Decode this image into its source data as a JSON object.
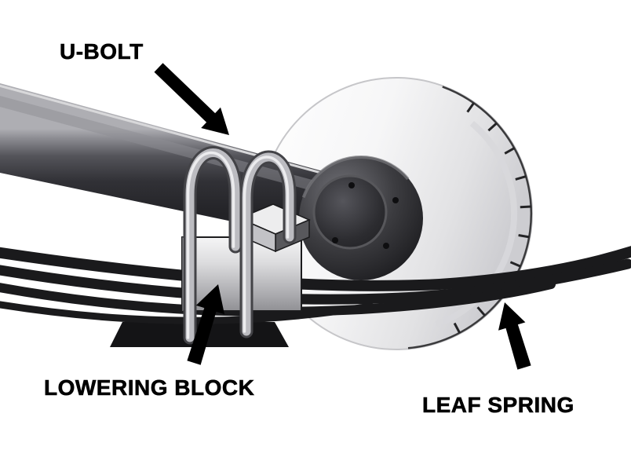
{
  "diagram": {
    "labels": {
      "u_bolt": "U-BOLT",
      "lowering_block": "LOWERING BLOCK",
      "leaf_spring": "LEAF SPRING"
    },
    "colors": {
      "background": "#ffffff",
      "ink": "#000000",
      "spring": "#1a1a1c",
      "axle_dark": "#2b2b2f",
      "rotor_light": "#ececee",
      "block_metal": "#c9c9cd"
    }
  }
}
